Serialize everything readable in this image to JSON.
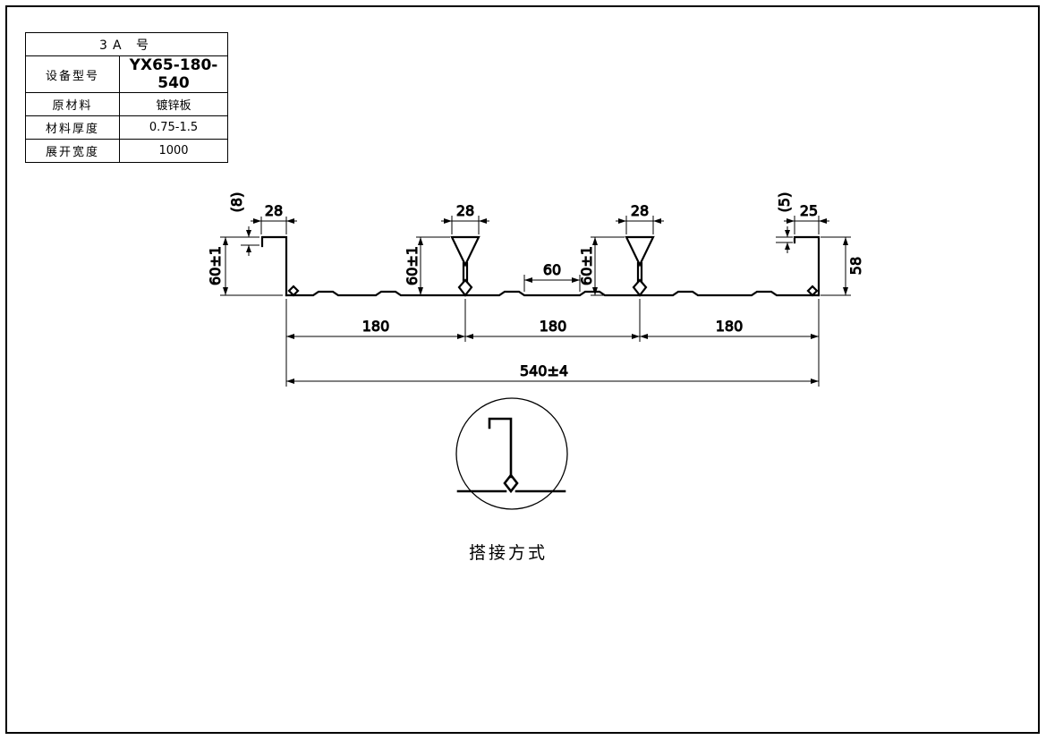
{
  "title_block": {
    "header": "3A  号",
    "rows": [
      {
        "label": "设备型号",
        "value": "YX65-180-540"
      },
      {
        "label": "原材料",
        "value": "镀锌板"
      },
      {
        "label": "材料厚度",
        "value": "0.75-1.5"
      },
      {
        "label": "展开宽度",
        "value": "1000"
      }
    ]
  },
  "dimensions": {
    "left_lip_height": "(8)",
    "left_lip_width": "28",
    "left_height": "60±1",
    "rib1_width": "28",
    "rib1_height": "60±1",
    "flat_gap": "60",
    "rib2_width": "28",
    "rib2_height": "60±1",
    "right_lip_height": "(5)",
    "right_lip_width": "25",
    "right_height": "58",
    "pitch_1": "180",
    "pitch_2": "180",
    "pitch_3": "180",
    "overall_width": "540±4"
  },
  "detail": {
    "caption": "搭接方式"
  },
  "colors": {
    "line": "#000000",
    "background": "#ffffff"
  }
}
